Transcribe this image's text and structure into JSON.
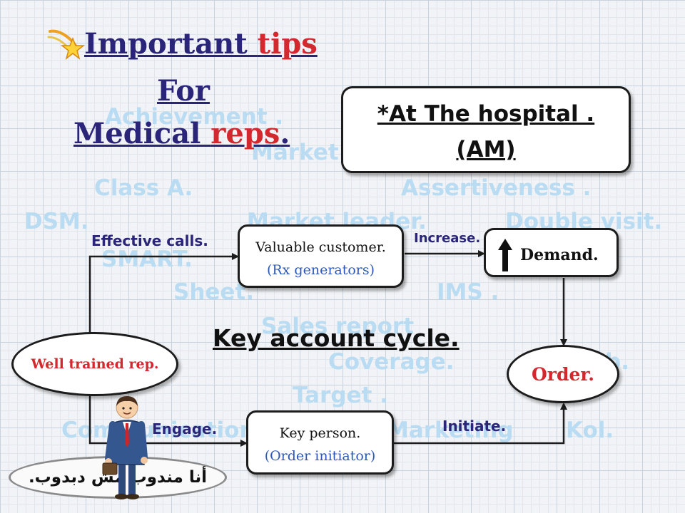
{
  "title": {
    "line1_a": "Important ",
    "line1_b": "tips",
    "line2": "For",
    "line3_a": "Medical ",
    "line3_b": "reps",
    "line3_c": "."
  },
  "header_box": {
    "line1": "*At The hospital .",
    "line2": "(AM)"
  },
  "watermarks": [
    "Achievement .",
    "Market",
    "Class A.",
    "Assertiveness .",
    "DSM.",
    "Market leader.",
    "Double visit.",
    "SMART.",
    "Sheet.",
    "IMS .",
    "Sales report",
    "Coverage.",
    "Target .",
    "Communication",
    "Marketing",
    "Kol.",
    "b."
  ],
  "cycle_title": "Key account cycle.",
  "nodes": {
    "valuable": {
      "line1": "Valuable customer.",
      "line2": "(Rx generators)"
    },
    "demand": {
      "label": "Demand."
    },
    "rep": {
      "label": "Well trained rep."
    },
    "order": {
      "label": "Order."
    },
    "key_person": {
      "line1": "Key person.",
      "line2": "(Order initiator)"
    }
  },
  "edges": {
    "effective_calls": "Effective calls.",
    "increase": "Increase.",
    "engage": "Engage.",
    "initiate": "Initiate."
  },
  "arabic_caption": "أنا مندوب مش دبدوب.",
  "colors": {
    "title_blue": "#2a2578",
    "accent_red": "#d2282e",
    "watermark": "#b9dcf3",
    "sub_blue": "#2e58b8"
  },
  "icons": [
    "sparkle-star-icon",
    "up-arrow-icon",
    "businessman-illustration"
  ]
}
